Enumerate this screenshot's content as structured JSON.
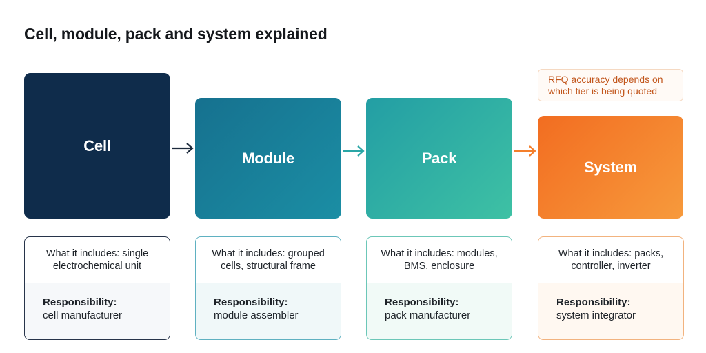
{
  "title": "Cell, module, pack and system explained",
  "note": "RFQ accuracy depends on which tier is being quoted",
  "tiers": [
    {
      "label": "Cell",
      "includes": "What it includes: single electrochemical unit",
      "responsibility_label": "Responsibility:",
      "responsibility": "cell manufacturer"
    },
    {
      "label": "Module",
      "includes": "What it includes: grouped cells, structural frame",
      "responsibility_label": "Responsibility:",
      "responsibility": "module assembler"
    },
    {
      "label": "Pack",
      "includes": "What it includes: modules, BMS, enclosure",
      "responsibility_label": "Responsibility:",
      "responsibility": "pack manufacturer"
    },
    {
      "label": "System",
      "includes": "What it includes: packs, controller, inverter",
      "responsibility_label": "Responsibility:",
      "responsibility": "system integrator"
    }
  ],
  "colors": {
    "cell": "#0f2c4b",
    "module": "#1b8ea4",
    "pack": "#3ec1a4",
    "system": "#f47f2c",
    "arrow_1": "#1c2a3c",
    "arrow_2": "#2aa6a6",
    "arrow_3": "#f47f2c"
  }
}
